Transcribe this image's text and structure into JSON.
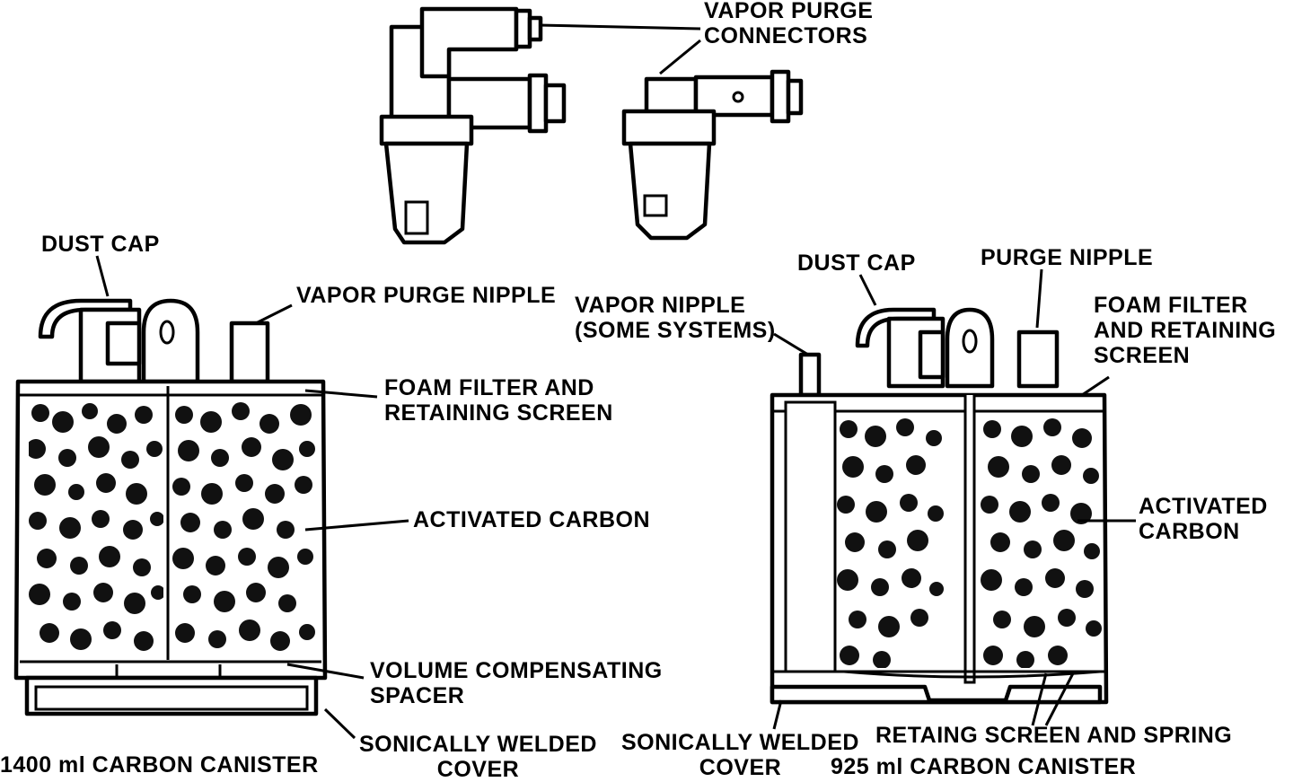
{
  "labels": {
    "vapor_purge_connectors": [
      "VAPOR PURGE",
      "CONNECTORS"
    ],
    "dust_cap_left": "DUST CAP",
    "vapor_purge_nipple": "VAPOR PURGE NIPPLE",
    "foam_filter_left": [
      "FOAM FILTER AND",
      "RETAINING SCREEN"
    ],
    "activated_carbon_left": "ACTIVATED CARBON",
    "volume_compensating_spacer": [
      "VOLUME COMPENSATING",
      "SPACER"
    ],
    "sonically_welded_cover_left": [
      "SONICALLY WELDED",
      "COVER"
    ],
    "canister_left_title": "1400 ml CARBON CANISTER",
    "dust_cap_right": "DUST CAP",
    "purge_nipple": "PURGE NIPPLE",
    "vapor_nipple": [
      "VAPOR NIPPLE",
      "(SOME SYSTEMS)"
    ],
    "foam_filter_right": [
      "FOAM FILTER",
      "AND RETAINING",
      "SCREEN"
    ],
    "activated_carbon_right": [
      "ACTIVATED",
      "CARBON"
    ],
    "sonically_welded_cover_right": [
      "SONICALLY WELDED",
      "COVER"
    ],
    "retaining_screen_spring": "RETAING SCREEN AND SPRING",
    "canister_right_title": "925 ml CARBON CANISTER"
  }
}
